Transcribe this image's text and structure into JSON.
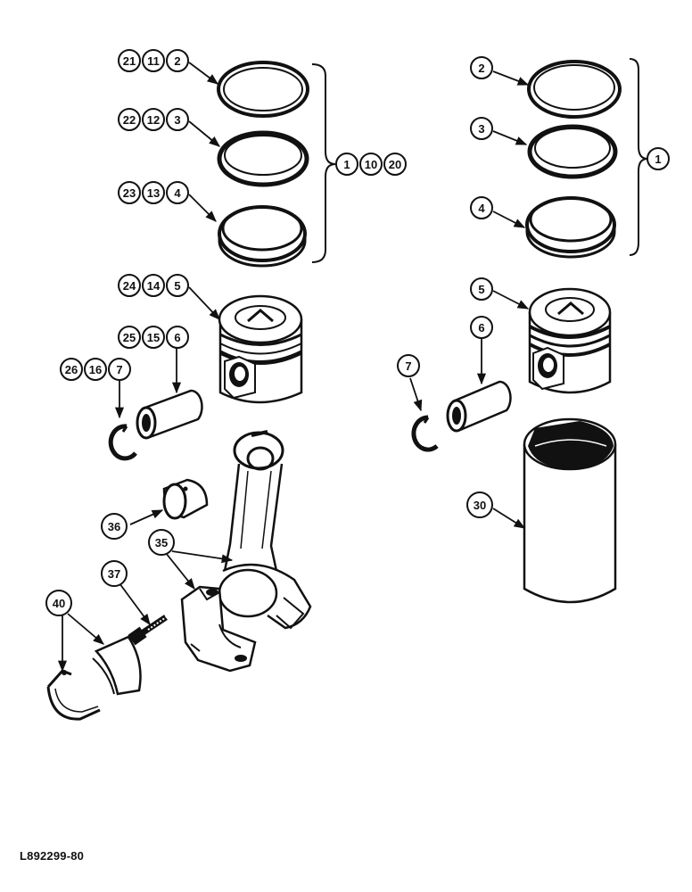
{
  "left_assembly": {
    "ring_top": [
      "21",
      "11",
      "2"
    ],
    "ring_mid": [
      "22",
      "12",
      "3"
    ],
    "ring_bottom": [
      "23",
      "13",
      "4"
    ],
    "kit": [
      "1",
      "10",
      "20"
    ],
    "piston": [
      "24",
      "14",
      "5"
    ],
    "pin": [
      "25",
      "15",
      "6"
    ],
    "clip": [
      "26",
      "16",
      "7"
    ],
    "bushing": "36",
    "rod": "35",
    "bolt": "37",
    "bearing": "40"
  },
  "right_assembly": {
    "ring_top": "2",
    "ring_mid": "3",
    "ring_bottom": "4",
    "kit": "1",
    "piston": "5",
    "pin": "6",
    "clip": "7",
    "sleeve": "30"
  },
  "figure_id": "L892299-80"
}
